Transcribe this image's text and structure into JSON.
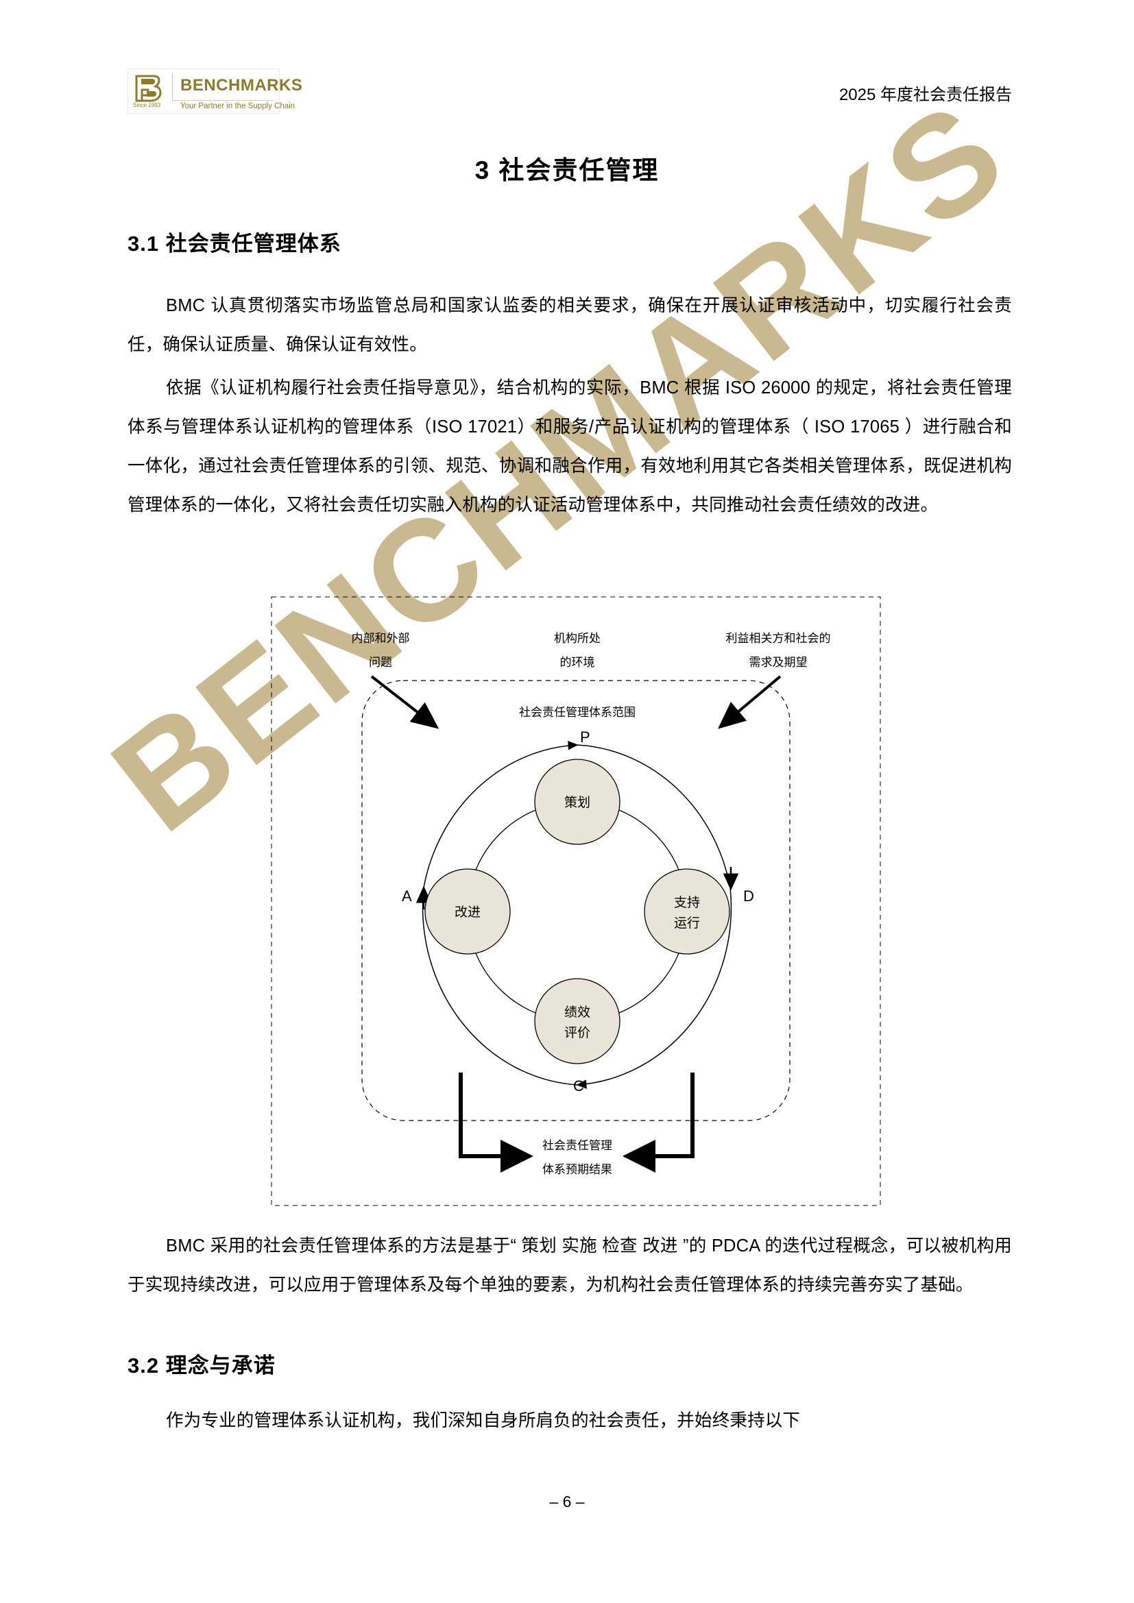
{
  "header": {
    "logo": {
      "name": "BENCHMARKS",
      "since": "Since 1993",
      "tagline": "Your Partner in the Supply Chain"
    },
    "report_line": "2025 年度社会责任报告"
  },
  "doc": {
    "title": "3  社会责任管理",
    "section_3_1": "3.1  社会责任管理体系",
    "section_3_2": "3.2  理念与承诺",
    "paragraph_1": "BMC 认真贯彻落实市场监管总局和国家认监委的相关要求，确保在开展认证审核活动中，切实履行社会责任，确保认证质量、确保认证有效性。",
    "paragraph_2": "依据《认证机构履行社会责任指导意见》，结合机构的实际，BMC 根据 ISO 26000 的规定，将社会责任管理体系与管理体系认证机构的管理体系（ISO 17021）和服务/产品认证机构的管理体系（ ISO 17065 ）进行融合和一体化，通过社会责任管理体系的引领、规范、协调和融合作用，有效地利用其它各类相关管理体系，既促进机构管理体系的一体化，又将社会责任切实融入机构的认证活动管理体系中，共同推动社会责任绩效的改进。",
    "paragraph_3": "BMC 采用的社会责任管理体系的方法是基于“ 策划  实施  检查  改进 ”的 PDCA 的迭代过程概念，可以被机构用于实现持续改进，可以应用于管理体系及每个单独的要素，为机构社会责任管理体系的持续完善夯实了基础。",
    "paragraph_4": "作为专业的管理体系认证机构，我们深知自身所肩负的社会责任，并始终秉持以下",
    "page_number": "– 6 –",
    "watermark_text": "BENCHMARKS"
  },
  "diagram": {
    "outer_labels": {
      "left_line1": "内部和外部",
      "left_line2": "问题",
      "center_line1": "机构所处",
      "center_line2": "的环境",
      "right_line1": "利益相关方和社会的",
      "right_line2": "需求及期望"
    },
    "scope_label": "社会责任管理体系范围",
    "cycle_letters": {
      "plan": "P",
      "do": "D",
      "check": "C",
      "act": "A"
    },
    "nodes": [
      {
        "id": "plan",
        "label": "策划",
        "line2": ""
      },
      {
        "id": "do",
        "label": "支持",
        "line2": "运行"
      },
      {
        "id": "check",
        "label": "绩效",
        "line2": "评价"
      },
      {
        "id": "act",
        "label": "改进",
        "line2": ""
      }
    ],
    "outcome_line1": "社会责任管理",
    "outcome_line2": "体系预期结果",
    "colors": {
      "node_fill": "#e8e4d8",
      "stroke": "#000000",
      "brand": "#8d7a2d",
      "watermark": "#c8b68b"
    }
  }
}
